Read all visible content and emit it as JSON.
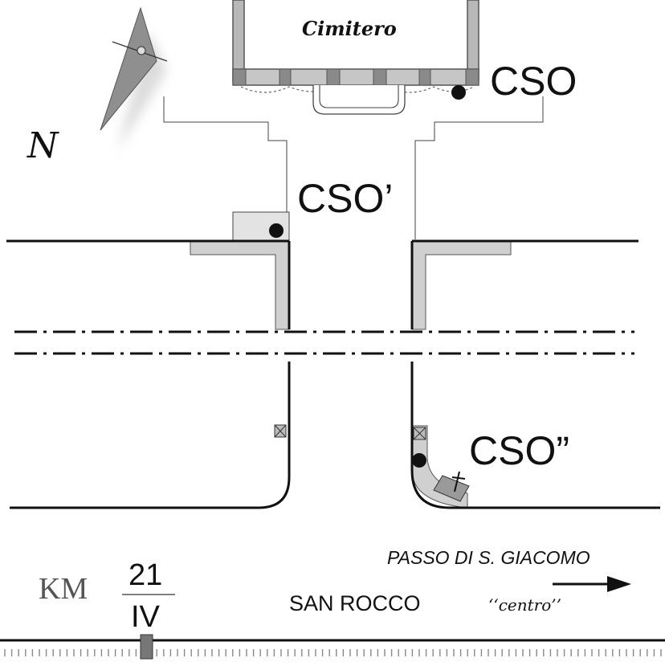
{
  "map": {
    "north_label": "N",
    "cemetery_label": "Cimitero",
    "points": [
      {
        "id": "cso",
        "label": "CSO"
      },
      {
        "id": "cso1",
        "label": "CSO’"
      },
      {
        "id": "cso2",
        "label": "CSO”"
      }
    ],
    "direction": {
      "destination": "PASSO DI S. GIACOMO",
      "place": "SAN ROCCO",
      "place_note": "‘‘centro’’"
    },
    "km_marker": {
      "prefix": "KM",
      "number": "21",
      "road": "IV"
    }
  },
  "colors": {
    "ink": "#111111",
    "sidewalk": "#d0d0d0",
    "wall": "#a9a9a9",
    "cemetery_wall": "#b8b8b8",
    "compass": "#8f8f8f"
  },
  "icons": [
    "north-arrow-icon",
    "marker-dot-icon",
    "cross-icon",
    "manhole-icon",
    "direction-arrow-icon",
    "km-post-icon"
  ]
}
